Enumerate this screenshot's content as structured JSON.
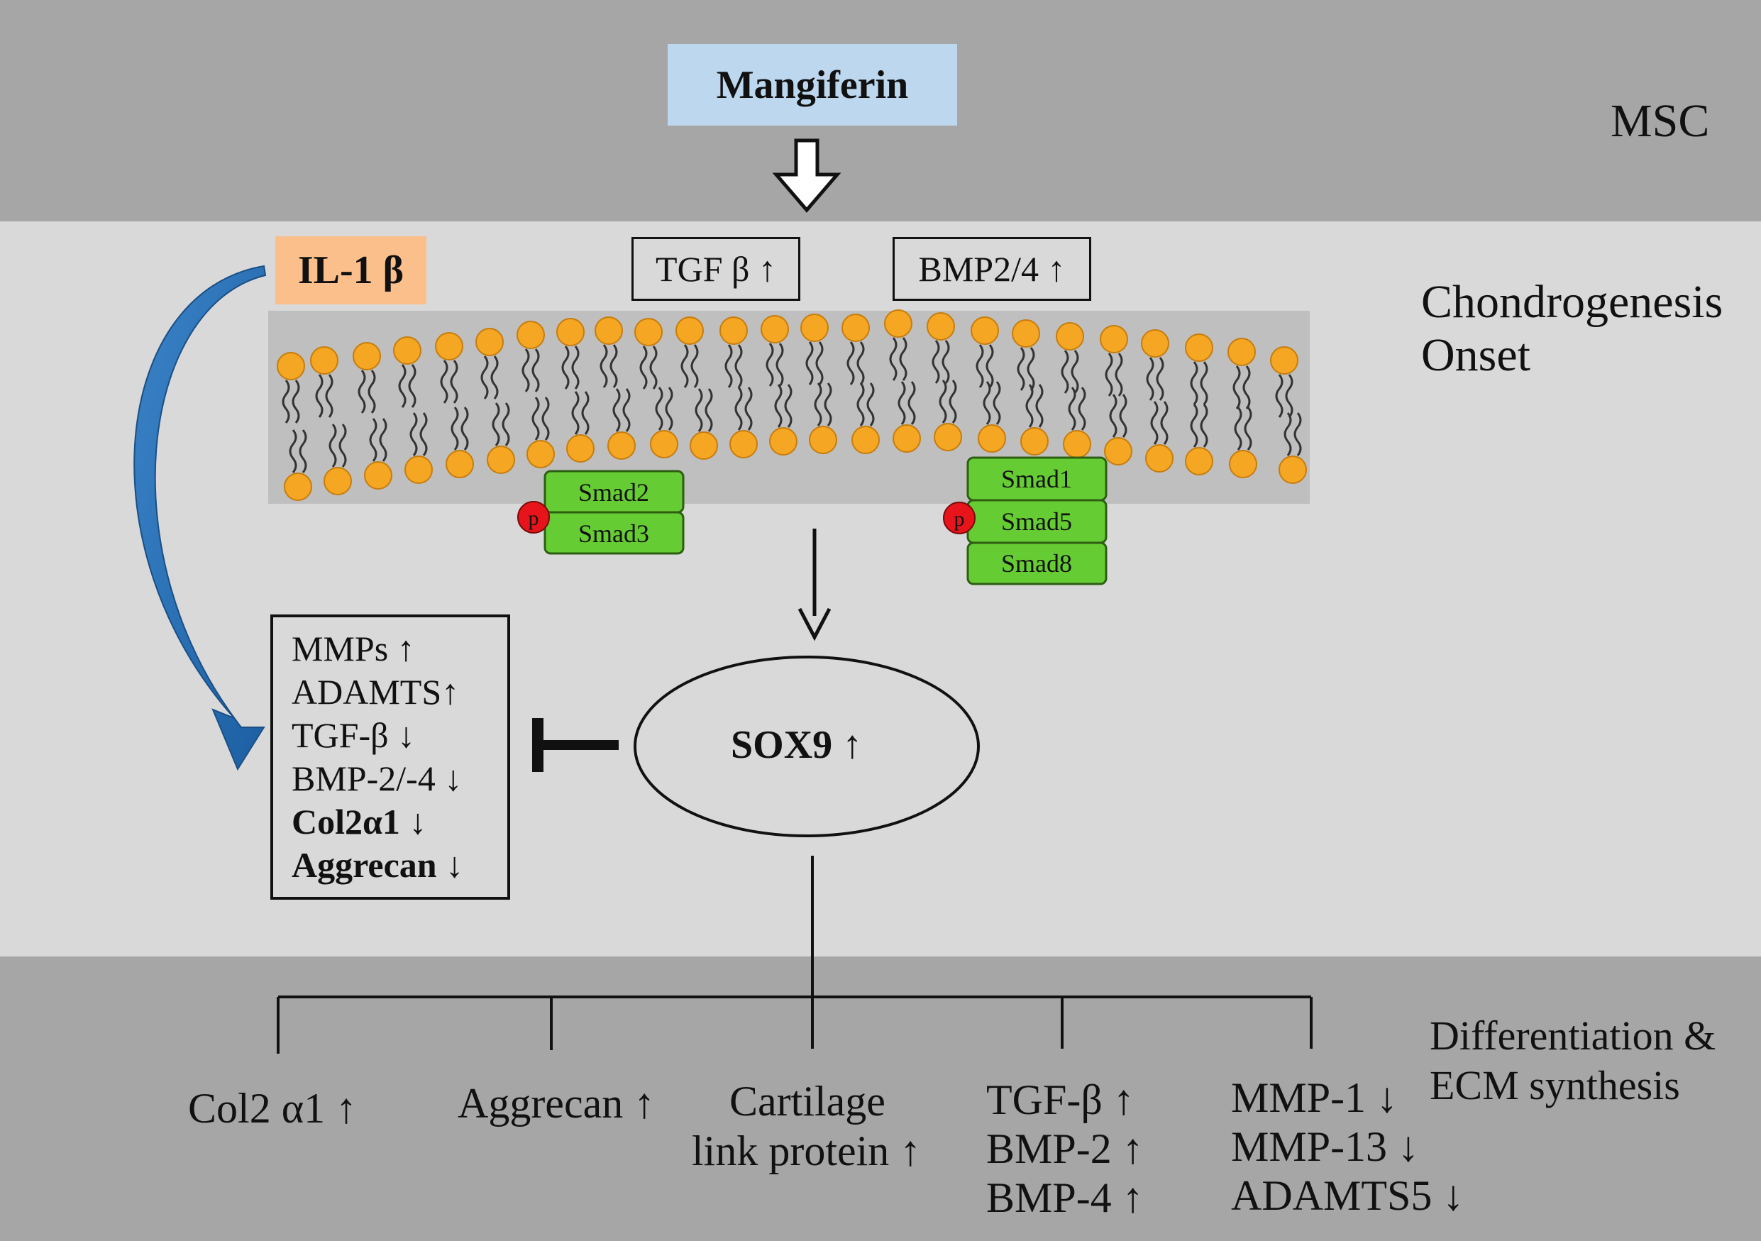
{
  "zones": {
    "top": "MSC",
    "middle_line1": "Chondrogenesis",
    "middle_line2": "Onset",
    "bottom_line1": "Differentiation &",
    "bottom_line2": "ECM synthesis"
  },
  "stimulus": {
    "label": "Mangiferin"
  },
  "inhibitor": {
    "label": "IL-1 β"
  },
  "receptors": {
    "tgf": "TGF β ↑",
    "bmp": "BMP2/4 ↑"
  },
  "smads": {
    "left": [
      "Smad2",
      "Smad3"
    ],
    "right": [
      "Smad1",
      "Smad5",
      "Smad8"
    ],
    "phospho": "p"
  },
  "sox9": {
    "label": "SOX9 ↑"
  },
  "il1_effects": [
    {
      "text": "MMPs ↑",
      "bold": false
    },
    {
      "text": "ADAMTS↑",
      "bold": false
    },
    {
      "text": "TGF-β ↓",
      "bold": false
    },
    {
      "text": "BMP-2/-4 ↓",
      "bold": false
    },
    {
      "text": "Col2α1 ↓",
      "bold": true
    },
    {
      "text": "Aggrecan ↓",
      "bold": true
    }
  ],
  "targets": {
    "col2": "Col2 α1 ↑",
    "aggrecan": "Aggrecan ↑",
    "clp_1": "Cartilage",
    "clp_2": "link protein ↑",
    "growth_1": "TGF-β ↑",
    "growth_2": "BMP-2 ↑",
    "growth_3": "BMP-4 ↑",
    "mmp_1": "MMP-1 ↓",
    "mmp_2": "MMP-13 ↓",
    "mmp_3": "ADAMTS5 ↓"
  },
  "colors": {
    "band_outer": "#a6a6a6",
    "band_inner": "#d9d9d9",
    "mangiferin_box": "#bdd7ee",
    "il1_box": "#fbbf8c",
    "lipid_head": "#f5a623",
    "smad": "#66cc33",
    "phospho": "#e8141b",
    "curved_arrow": "#2a6fb3",
    "up_arrow": "#1f4e79"
  }
}
